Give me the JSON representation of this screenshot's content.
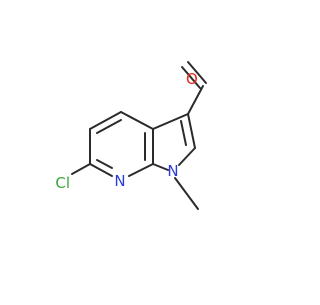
{
  "molecule": {
    "atoms": {
      "aldehyde_oxygen": "O",
      "chlorine": "Cl",
      "pyridine_nitrogen": "N",
      "pyrrole_nitrogen": "N"
    },
    "colors": {
      "bond": "#2b2b2b",
      "oxygen": "#e8291c",
      "chlorine": "#3aa63a",
      "nitrogen": "#2b3bd6"
    }
  }
}
